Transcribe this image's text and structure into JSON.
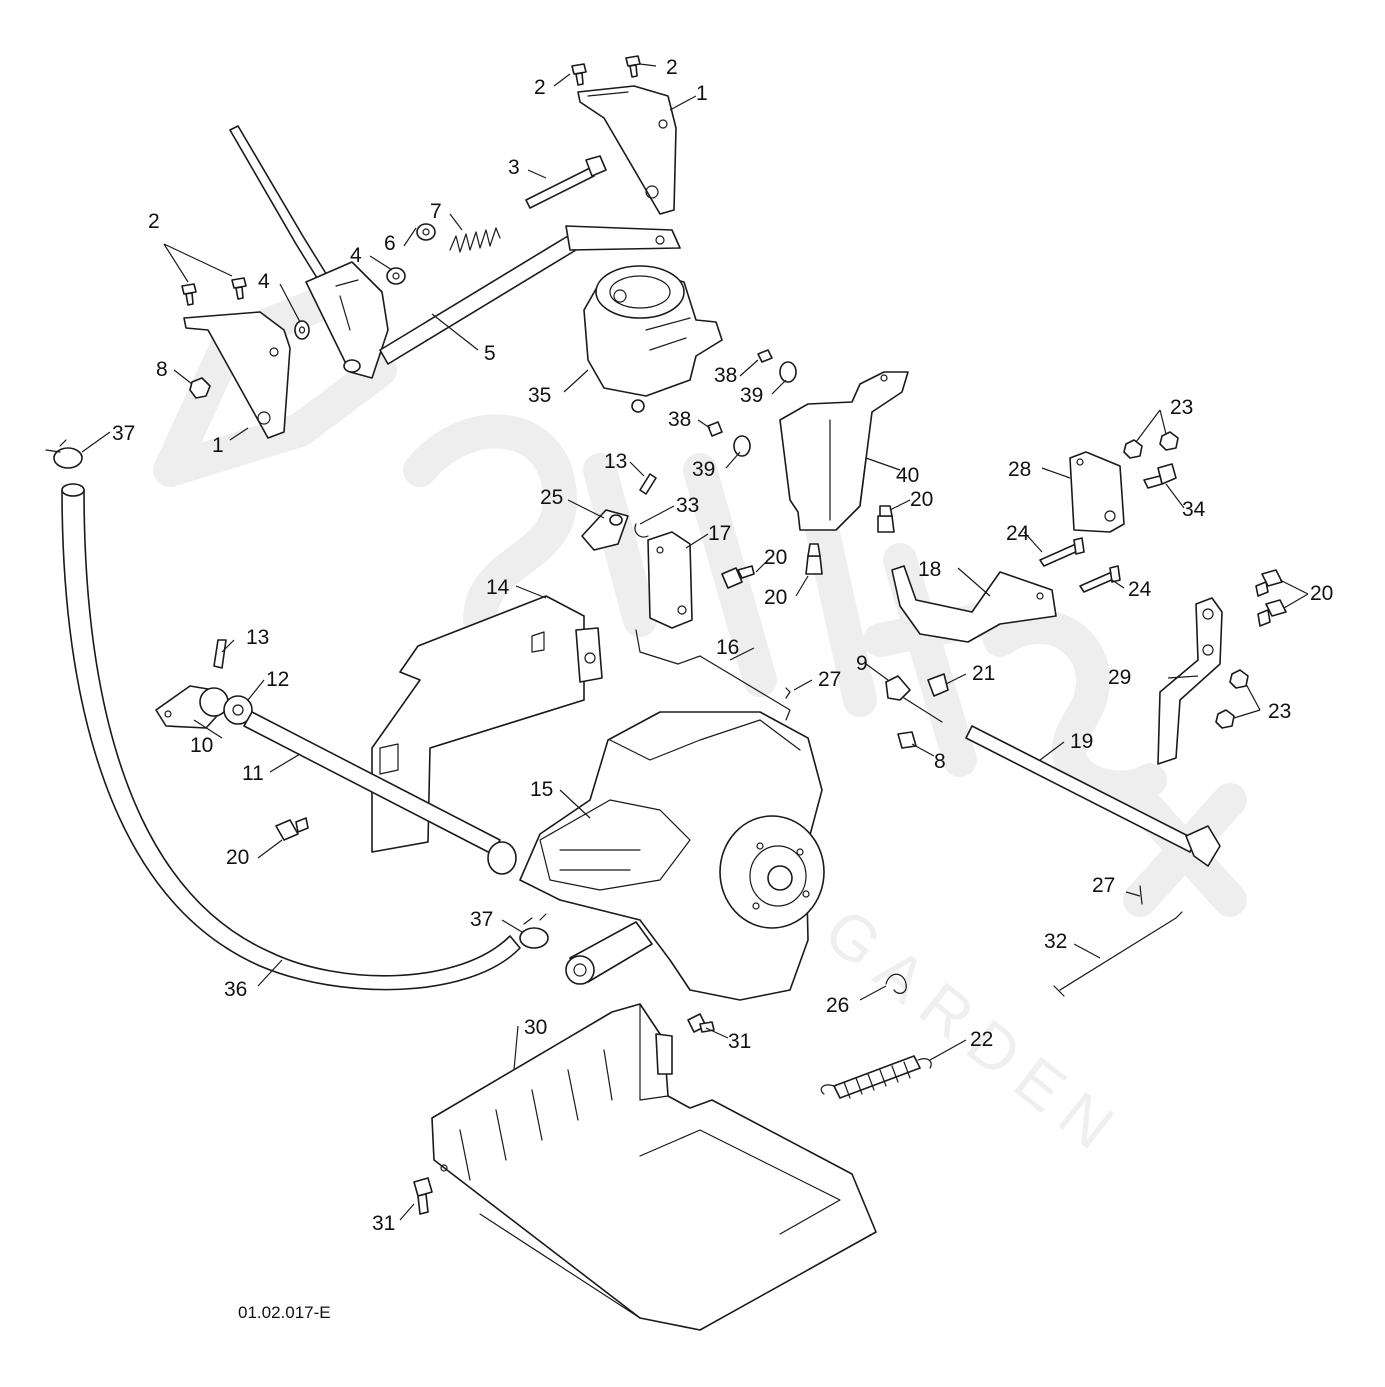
{
  "diagram": {
    "drawing_code": "01.02.017-E",
    "callouts": {
      "c1a": "1",
      "c1b": "1",
      "c2a": "2",
      "c2b": "2",
      "c2c": "2",
      "c3": "3",
      "c4a": "4",
      "c4b": "4",
      "c5": "5",
      "c6": "6",
      "c7": "7",
      "c8a": "8",
      "c8b": "8",
      "c9": "9",
      "c10": "10",
      "c11": "11",
      "c12": "12",
      "c13a": "13",
      "c13b": "13",
      "c14": "14",
      "c15": "15",
      "c16": "16",
      "c17": "17",
      "c18": "18",
      "c19": "19",
      "c20a": "20",
      "c20b": "20",
      "c20c": "20",
      "c20d": "20",
      "c20e": "20",
      "c21": "21",
      "c22": "22",
      "c23a": "23",
      "c23b": "23",
      "c24a": "24",
      "c24b": "24",
      "c25": "25",
      "c26": "26",
      "c27a": "27",
      "c27b": "27",
      "c28": "28",
      "c29": "29",
      "c30": "30",
      "c31a": "31",
      "c31b": "31",
      "c32": "32",
      "c33": "33",
      "c34": "34",
      "c35": "35",
      "c36": "36",
      "c37a": "37",
      "c37b": "37",
      "c38a": "38",
      "c38b": "38",
      "c39a": "39",
      "c39b": "39",
      "c40": "40"
    }
  }
}
